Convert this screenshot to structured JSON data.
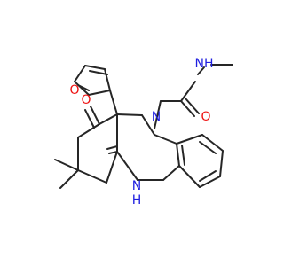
{
  "structure": {
    "atoms": [
      {
        "id": "furan_O",
        "symbol": "O",
        "color": "#ee1111"
      },
      {
        "id": "ketone_O",
        "symbol": "O",
        "color": "#ee1111"
      },
      {
        "id": "amide_O",
        "symbol": "O",
        "color": "#ee1111"
      },
      {
        "id": "amide_NH",
        "symbol": "NH",
        "color": "#1f1fe0"
      },
      {
        "id": "ring_N",
        "symbol": "N",
        "color": "#1f1fe0"
      },
      {
        "id": "bridge_N",
        "symbol": "N",
        "color": "#1f1fe0"
      },
      {
        "id": "bridge_H",
        "symbol": "H",
        "color": "#1f1fe0"
      }
    ],
    "bond_color": "#262626"
  }
}
